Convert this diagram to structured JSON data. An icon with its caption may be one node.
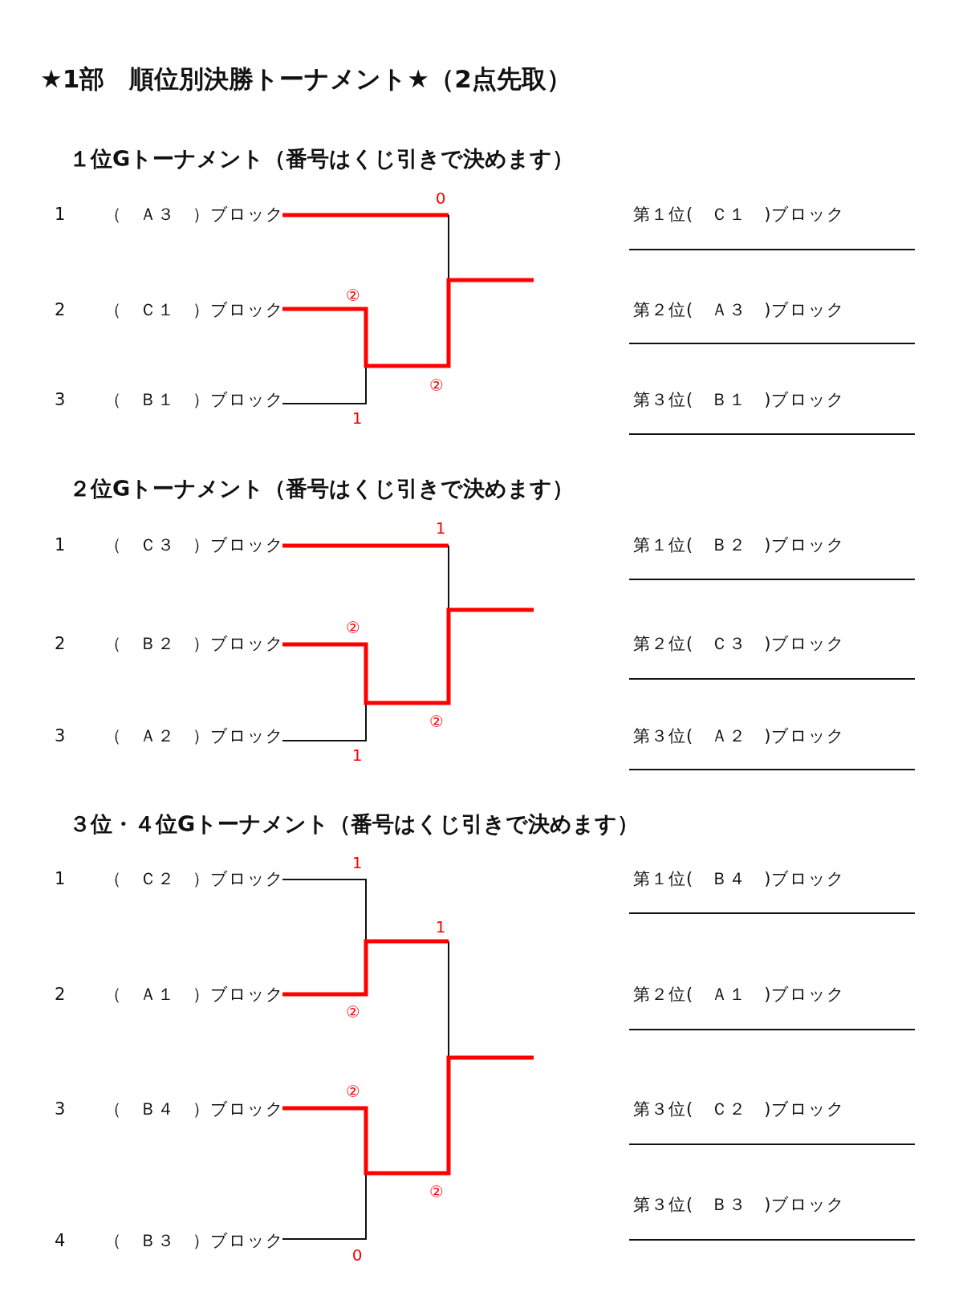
{
  "diagram": {
    "title": "★1部　順位別決勝トーナメント★（2点先取）",
    "labels": [
      "１位Gトーナメント（番号はくじ引きで決めます）",
      "1",
      "（　Ａ３　）ブロック",
      "第１位(　Ｃ１　)ブロック",
      "2",
      "（　Ｃ１　）ブロック",
      "第２位(　Ａ３　)ブロック",
      "3",
      "（　Ｂ１　）ブロック",
      "第３位(　Ｂ１　)ブロック",
      "0",
      "②",
      "②",
      "1",
      "２位Gトーナメント（番号はくじ引きで決めます）",
      "1",
      "（　Ｃ３　）ブロック",
      "第１位(　Ｂ２　)ブロック",
      "2",
      "（　Ｂ２　）ブロック",
      "第２位(　Ｃ３　)ブロック",
      "3",
      "（　Ａ２　）ブロック",
      "第３位(　Ａ２　)ブロック",
      "1",
      "②",
      "②",
      "1",
      "３位・４位Gトーナメント（番号はくじ引きで決めます）",
      "1",
      "（　Ｃ２　）ブロック",
      "第１位(　Ｂ４　)ブロック",
      "2",
      "（　Ａ１　）ブロック",
      "第２位(　Ａ１　)ブロック",
      "3",
      "（　Ｂ４　）ブロック",
      "第３位(　Ｃ２　)ブロック",
      "4",
      "（　Ｂ３　）ブロック",
      "第３位(　Ｂ３　)ブロック",
      "1",
      "1",
      "②",
      "②",
      "②",
      "0"
    ]
  }
}
